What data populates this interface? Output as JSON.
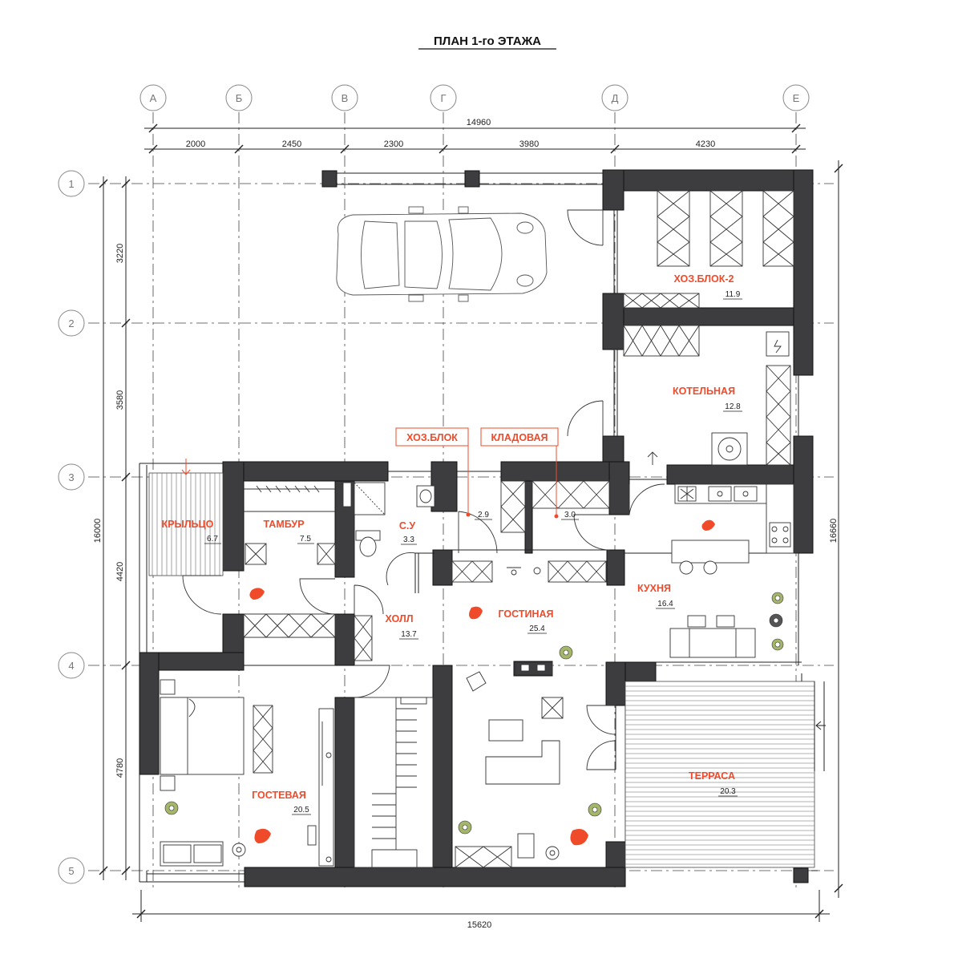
{
  "title": "ПЛАН 1-го ЭТАЖА",
  "axes": {
    "columns": [
      "А",
      "Б",
      "В",
      "Г",
      "Д",
      "Е"
    ],
    "rows": [
      "1",
      "2",
      "3",
      "4",
      "5"
    ]
  },
  "dimensions": {
    "top_total": "14960",
    "top_segments": [
      "2000",
      "2450",
      "2300",
      "3980",
      "4230"
    ],
    "left_segments": [
      "3220",
      "3580",
      "4420",
      "4780"
    ],
    "left_total": "16000",
    "right_total": "16660",
    "bottom_total": "15620"
  },
  "rooms": [
    {
      "name": "ХОЗ.БЛОК-2",
      "area": "11.9"
    },
    {
      "name": "КОТЕЛЬНАЯ",
      "area": "12.8"
    },
    {
      "name": "ХОЗ.БЛОК",
      "area": "2.9"
    },
    {
      "name": "КЛАДОВАЯ",
      "area": "3.0"
    },
    {
      "name": "КРЫЛЬЦО",
      "area": "6.7"
    },
    {
      "name": "ТАМБУР",
      "area": "7.5"
    },
    {
      "name": "С.У",
      "area": "3.3"
    },
    {
      "name": "КУХНЯ",
      "area": "16.4"
    },
    {
      "name": "ХОЛЛ",
      "area": "13.7"
    },
    {
      "name": "ГОСТИНАЯ",
      "area": "25.4"
    },
    {
      "name": "ГОСТЕВАЯ",
      "area": "20.5"
    },
    {
      "name": "ТЕРРАСА",
      "area": "20.3"
    }
  ],
  "colors": {
    "accent": "#ef4b2b",
    "wall": "#3d3d3f",
    "line": "#222222"
  }
}
